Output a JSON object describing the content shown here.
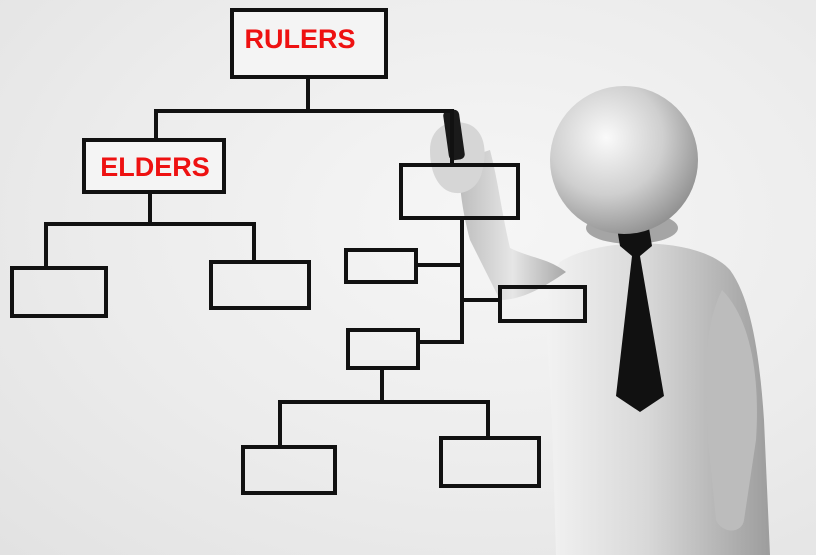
{
  "diagram": {
    "root_label": "RULERS",
    "child_label": "ELDERS",
    "label_color": "#ee1111",
    "line_color": "#111111"
  },
  "figure": {
    "type": "3d-person-drawing-chart",
    "tie_color": "#111111"
  }
}
